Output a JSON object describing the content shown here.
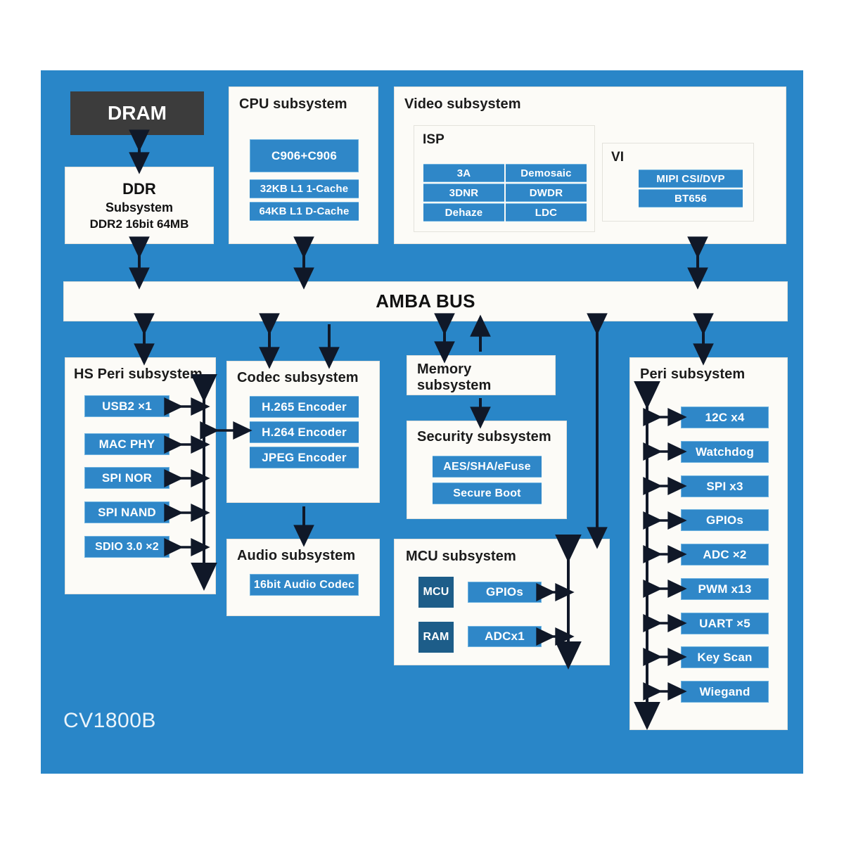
{
  "chip": {
    "name": "CV1800B",
    "die_color": "#2986c8",
    "block_color": "#2f87c8",
    "navy_block_color": "#1d5d89",
    "dram_color": "#3c3c3c",
    "card_color": "#fcfbf7"
  },
  "dram": {
    "label": "DRAM"
  },
  "ddr": {
    "line1": "DDR",
    "line2": "Subsystem",
    "line3": "DDR2 16bit 64MB"
  },
  "cpu": {
    "title": "CPU subsystem",
    "blocks": [
      {
        "label": "C906+C906"
      },
      {
        "label": "32KB L1 1-Cache"
      },
      {
        "label": "64KB L1 D-Cache"
      }
    ]
  },
  "video": {
    "title": "Video subsystem",
    "isp": {
      "title": "ISP",
      "cells": [
        [
          "3A",
          "Demosaic"
        ],
        [
          "3DNR",
          "DWDR"
        ],
        [
          "Dehaze",
          "LDC"
        ]
      ]
    },
    "vi": {
      "title": "VI",
      "blocks": [
        {
          "label": "MIPI CSI/DVP"
        },
        {
          "label": "BT656"
        }
      ]
    }
  },
  "bus": {
    "label": "AMBA BUS"
  },
  "hs_peri": {
    "title": "HS Peri subsystem",
    "blocks": [
      {
        "label": "USB2 ×1"
      },
      {
        "label": "MAC PHY"
      },
      {
        "label": "SPI NOR"
      },
      {
        "label": "SPI NAND"
      },
      {
        "label": "SDIO 3.0 ×2"
      }
    ]
  },
  "codec": {
    "title": "Codec subsystem",
    "blocks": [
      {
        "label": "H.265 Encoder"
      },
      {
        "label": "H.264 Encoder"
      },
      {
        "label": "JPEG Encoder"
      }
    ]
  },
  "audio": {
    "title": "Audio subsystem",
    "blocks": [
      {
        "label": "16bit Audio Codec"
      }
    ]
  },
  "memory": {
    "title": "Memory\nsubsystem"
  },
  "security": {
    "title": "Security subsystem",
    "blocks": [
      {
        "label": "AES/SHA/eFuse"
      },
      {
        "label": "Secure Boot"
      }
    ]
  },
  "mcu": {
    "title": "MCU subsystem",
    "core_blocks": [
      {
        "label": "MCU"
      },
      {
        "label": "RAM"
      }
    ],
    "io_blocks": [
      {
        "label": "GPIOs"
      },
      {
        "label": "ADCx1"
      }
    ]
  },
  "peri": {
    "title": "Peri subsystem",
    "blocks": [
      {
        "label": "12C x4"
      },
      {
        "label": "Watchdog"
      },
      {
        "label": "SPI x3"
      },
      {
        "label": "GPIOs"
      },
      {
        "label": "ADC ×2"
      },
      {
        "label": "PWM x13"
      },
      {
        "label": "UART ×5"
      },
      {
        "label": "Key Scan"
      },
      {
        "label": "Wiegand"
      }
    ]
  }
}
